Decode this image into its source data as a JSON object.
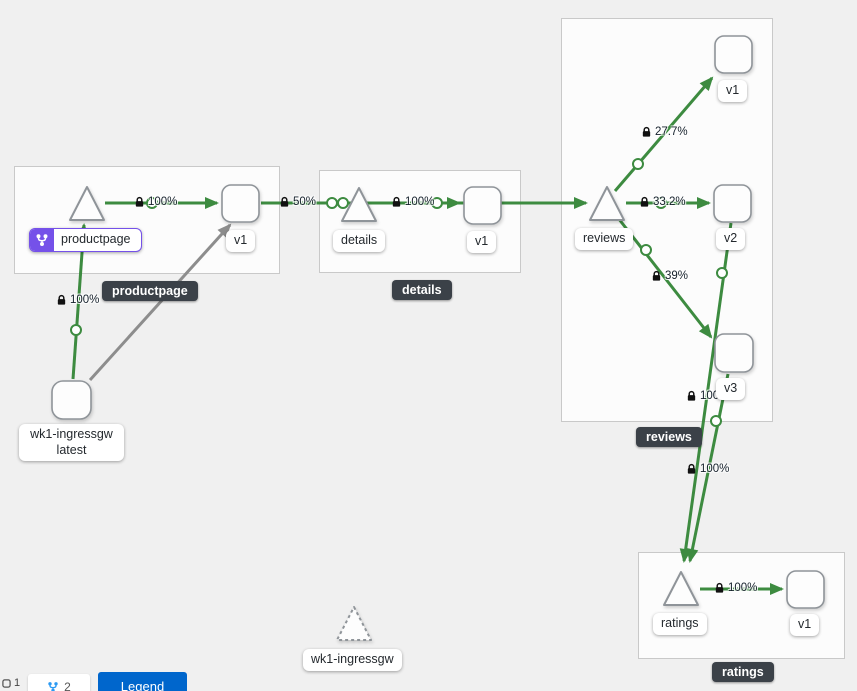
{
  "graph": {
    "groups": [
      {
        "id": "productpage",
        "badge_label": "productpage"
      },
      {
        "id": "details",
        "badge_label": "details"
      },
      {
        "id": "reviews",
        "badge_label": "reviews"
      },
      {
        "id": "ratings",
        "badge_label": "ratings"
      }
    ],
    "services": {
      "productpage": {
        "label": "productpage",
        "is_app_box": true
      },
      "details": {
        "label": "details"
      },
      "reviews": {
        "label": "reviews"
      },
      "ratings": {
        "label": "ratings"
      },
      "ingress_ghost": {
        "label": "wk1-ingressgw"
      }
    },
    "workloads": {
      "ingress": {
        "label_line1": "wk1-ingressgw",
        "label_line2": "latest"
      },
      "productpage_v1": {
        "label": "v1"
      },
      "details_v1": {
        "label": "v1"
      },
      "reviews_v1": {
        "label": "v1"
      },
      "reviews_v2": {
        "label": "v2"
      },
      "reviews_v3": {
        "label": "v3"
      },
      "ratings_v1": {
        "label": "v1"
      }
    },
    "edges": [
      {
        "id": "ingressgw-to-productpage",
        "from": "wk1-ingressgw",
        "to": "productpage",
        "traffic_pct": "100%",
        "secure": true
      },
      {
        "id": "productpage-to-v1",
        "from": "productpage",
        "to": "productpage v1",
        "traffic_pct": "100%",
        "secure": true
      },
      {
        "id": "productpage-v1-to-details",
        "from": "productpage v1",
        "to": "details",
        "traffic_pct": "50%",
        "secure": true
      },
      {
        "id": "details-to-v1",
        "from": "details",
        "to": "details v1",
        "traffic_pct": "100%",
        "secure": true
      },
      {
        "id": "reviews-to-v1",
        "from": "reviews",
        "to": "reviews v1",
        "traffic_pct": "27.7%",
        "secure": true
      },
      {
        "id": "reviews-to-v2",
        "from": "reviews",
        "to": "reviews v2",
        "traffic_pct": "33.2%",
        "secure": true
      },
      {
        "id": "reviews-to-v3",
        "from": "reviews",
        "to": "reviews v3",
        "traffic_pct": "39%",
        "secure": true
      },
      {
        "id": "reviews-v2-to-ratings",
        "from": "reviews v2",
        "to": "ratings",
        "traffic_pct": "100%",
        "secure": true
      },
      {
        "id": "reviews-v3-to-ratings",
        "from": "reviews v3",
        "to": "ratings",
        "traffic_pct": "100%",
        "secure": true
      },
      {
        "id": "ratings-to-v1",
        "from": "ratings",
        "to": "ratings v1",
        "traffic_pct": "100%",
        "secure": true
      },
      {
        "id": "ingressgw-to-productpage-v1",
        "from": "wk1-ingressgw",
        "to": "productpage v1",
        "traffic_pct": "",
        "secure": false
      }
    ]
  },
  "toolbar": {
    "left_count": "1",
    "chip_count": "2",
    "legend_label": "Legend"
  },
  "colors": {
    "edge_green": "#3d8b40",
    "edge_gray": "#8d8d8d",
    "badge_bg": "#3b4148",
    "app_purple": "#7551e9",
    "button_blue": "#0066cc",
    "canvas_bg": "#f0f0f0"
  }
}
